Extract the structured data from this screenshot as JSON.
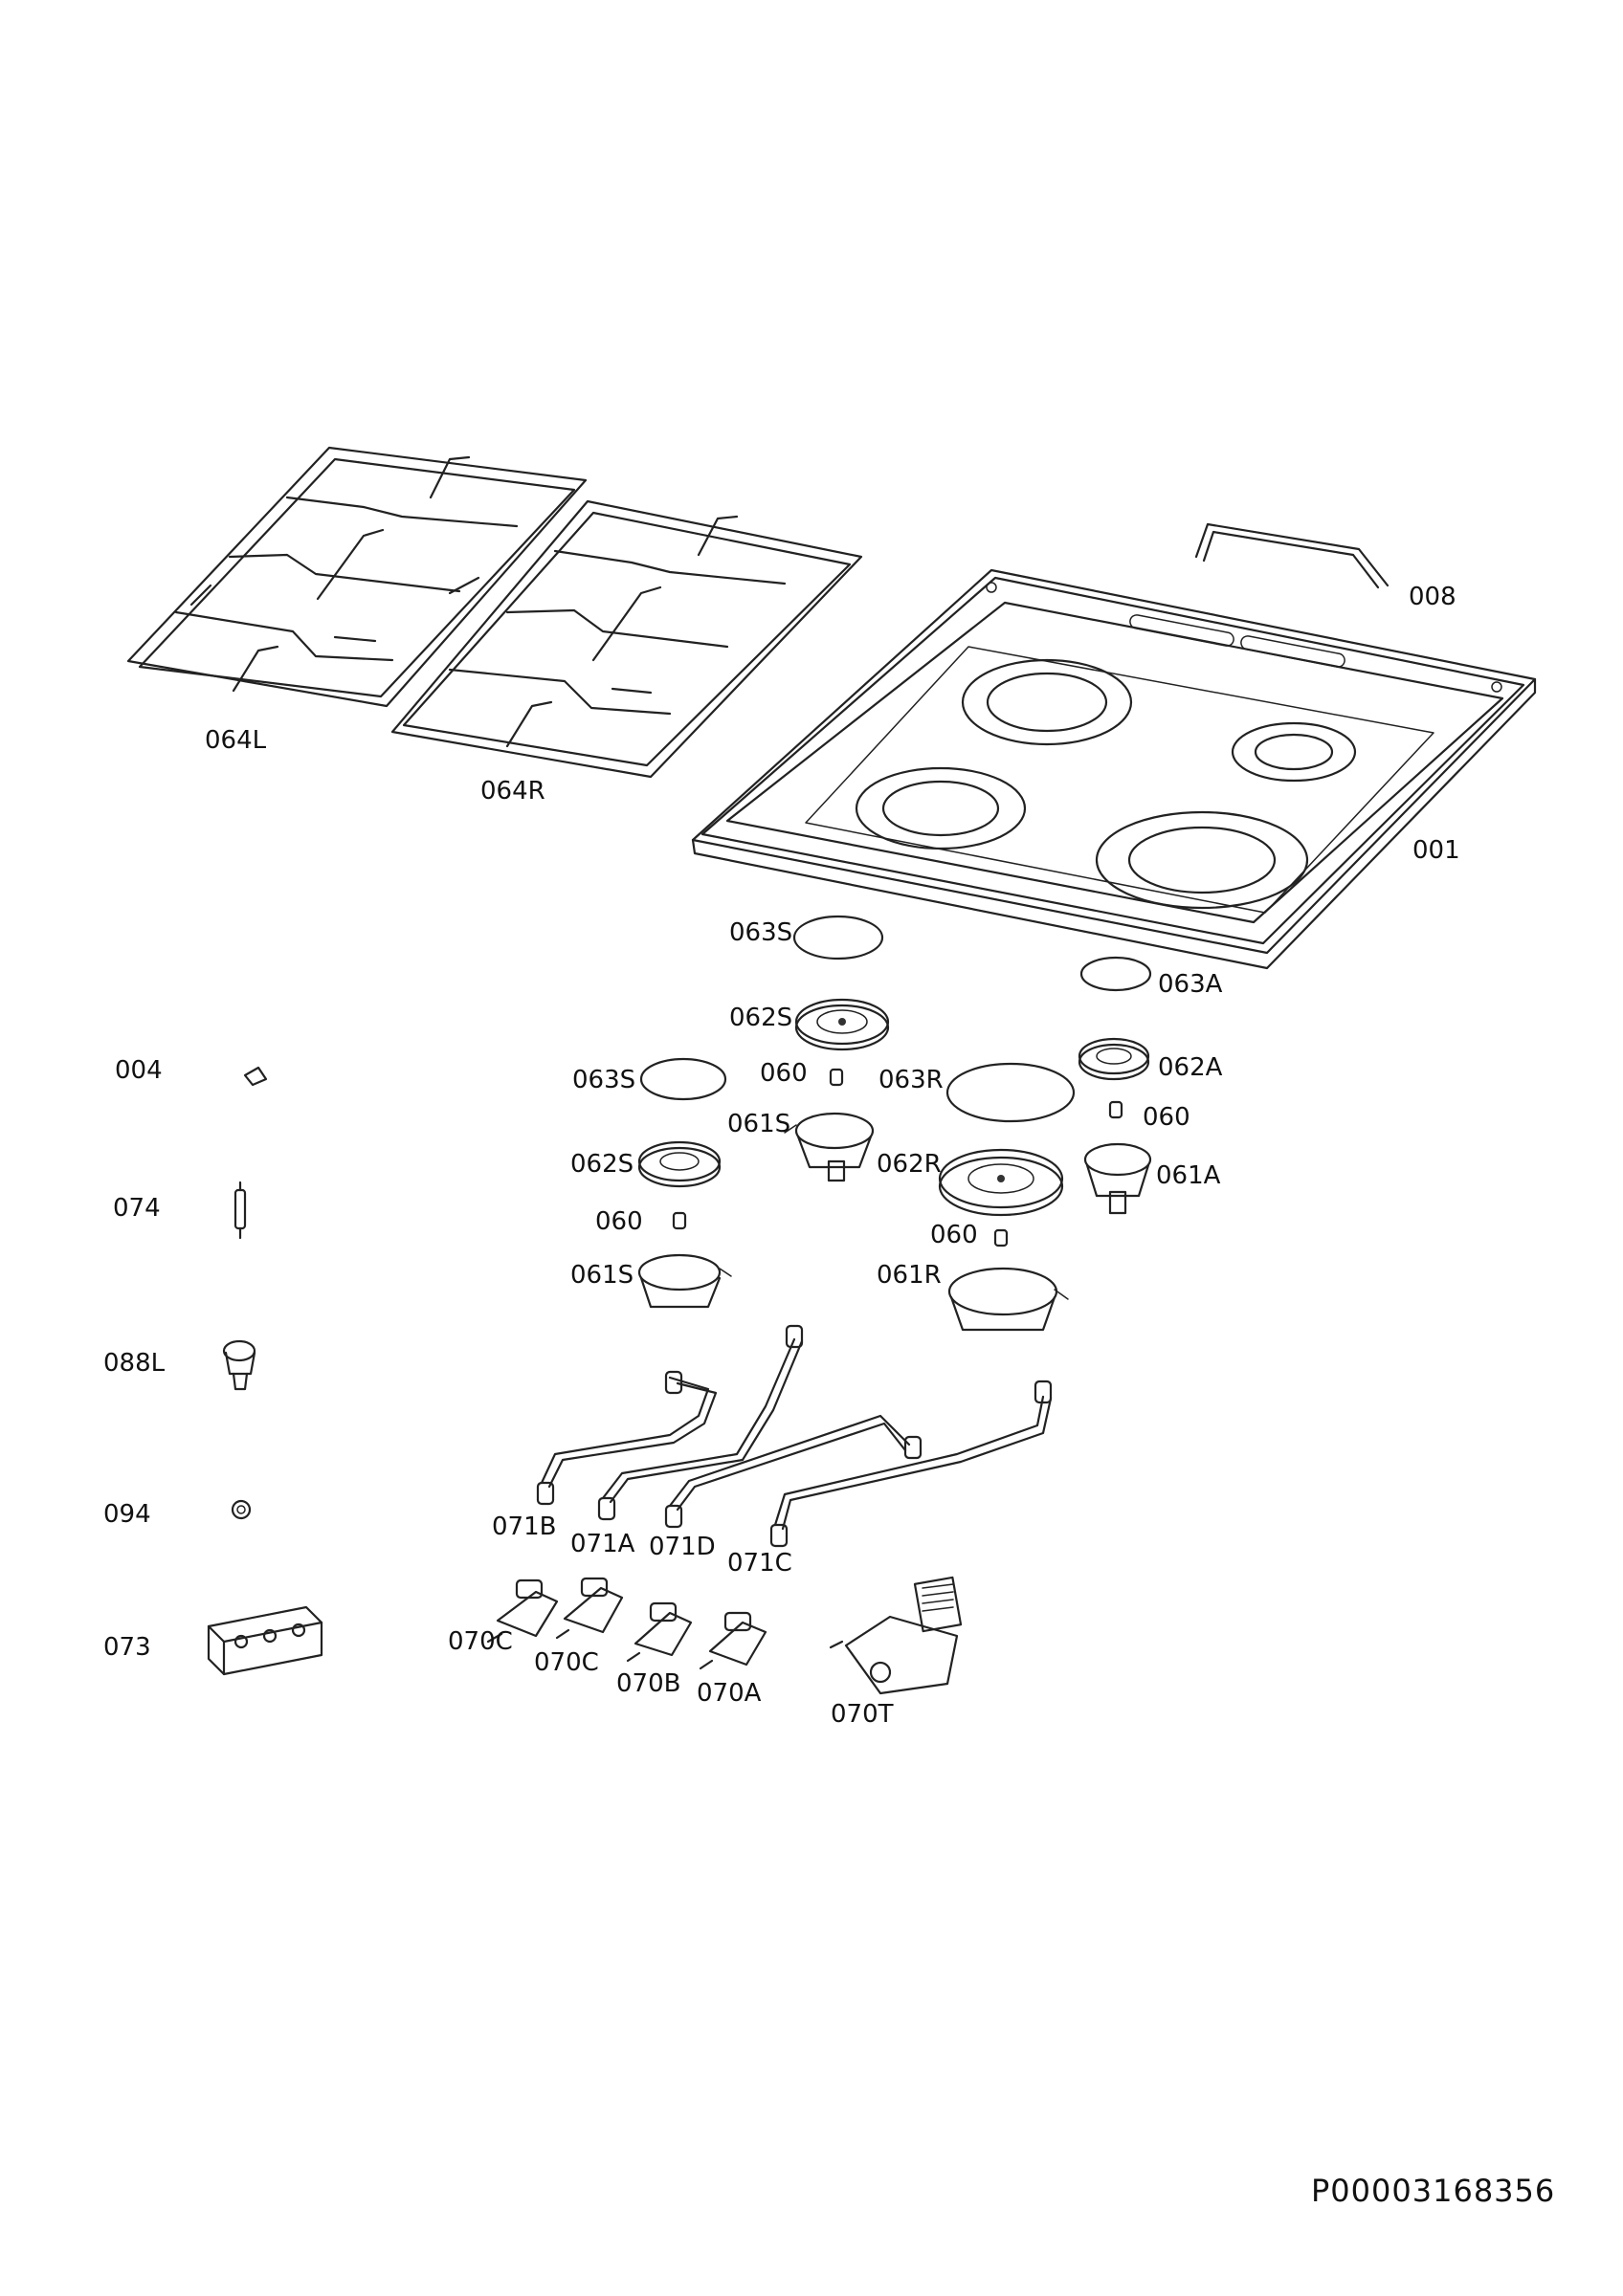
{
  "labels": {
    "p008": "008",
    "p064L": "064L",
    "p064R": "064R",
    "p001": "001",
    "p063S_a": "063S",
    "p063A": "063A",
    "p062S_a": "062S",
    "p004": "004",
    "p063S_b": "063S",
    "p060_a": "060",
    "p063R": "063R",
    "p062A": "062A",
    "p060_b": "060",
    "p061S_a": "061S",
    "p074": "074",
    "p062S_b": "062S",
    "p062R": "062R",
    "p061A": "061A",
    "p060_c": "060",
    "p060_d": "060",
    "p061S_b": "061S",
    "p061R": "061R",
    "p088L": "088L",
    "p094": "094",
    "p071B": "071B",
    "p071A": "071A",
    "p071D": "071D",
    "p071C": "071C",
    "p073": "073",
    "p070C_a": "070C",
    "p070C_b": "070C",
    "p070B": "070B",
    "p070A": "070A",
    "p070T": "070T"
  },
  "drawing_ref": "P00003168356",
  "icons": {
    "pan_support_left": "pan-support-left-icon",
    "pan_support_right": "pan-support-right-icon",
    "hob_top": "hob-top-icon",
    "handle": "handle-icon",
    "burner_cap": "burner-cap-icon",
    "burner_crown": "burner-crown-icon",
    "injector": "injector-icon",
    "burner_body": "burner-body-icon",
    "gas_pipe": "gas-pipe-icon",
    "gas_tap": "gas-tap-icon",
    "thermostat": "thermostat-icon",
    "clip": "clip-icon",
    "electrode": "electrode-icon",
    "knob": "knob-icon",
    "washer": "washer-icon",
    "ignition_switch": "ignition-switch-icon"
  }
}
